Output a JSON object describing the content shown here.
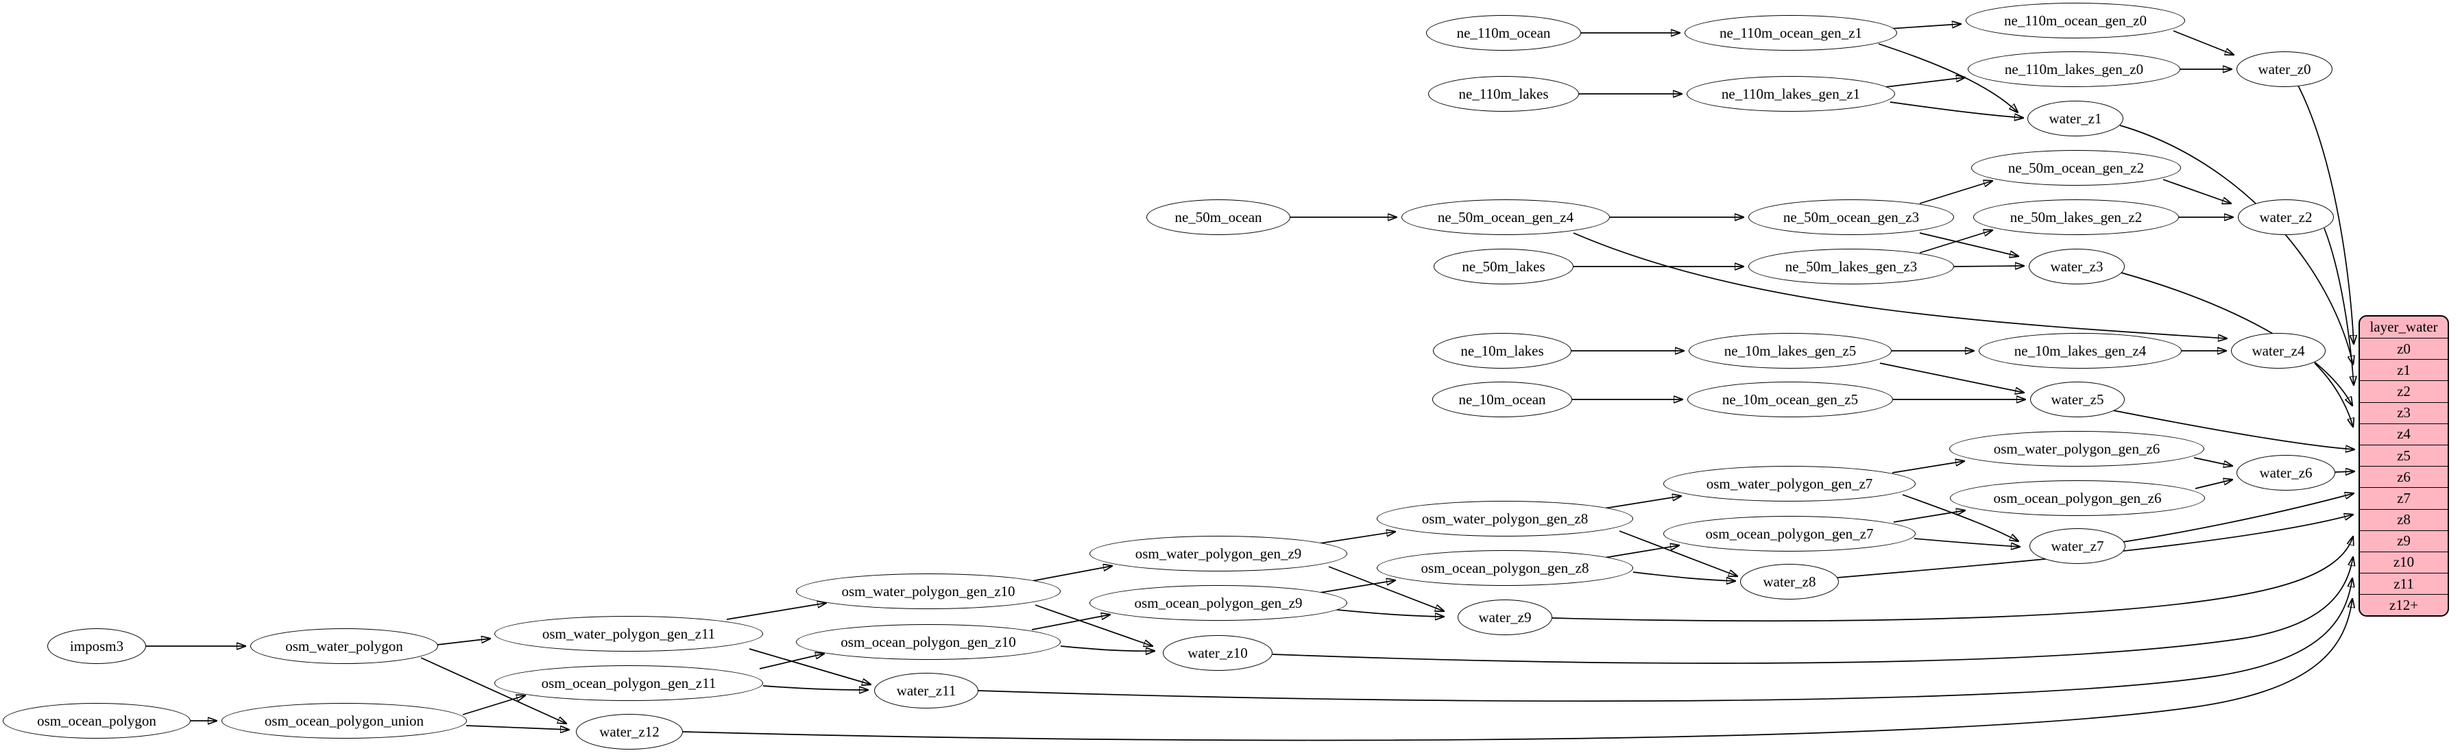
{
  "diagram": {
    "type": "etl-dependency-graph",
    "colors": {
      "node_fill": "#ffffff",
      "table_fill": "#ffb6c1",
      "stroke": "#000000"
    }
  },
  "nodes": {
    "ne_110m_ocean": "ne_110m_ocean",
    "ne_110m_ocean_gen_z1": "ne_110m_ocean_gen_z1",
    "ne_110m_ocean_gen_z0": "ne_110m_ocean_gen_z0",
    "ne_110m_lakes": "ne_110m_lakes",
    "ne_110m_lakes_gen_z1": "ne_110m_lakes_gen_z1",
    "ne_110m_lakes_gen_z0": "ne_110m_lakes_gen_z0",
    "water_z0": "water_z0",
    "water_z1": "water_z1",
    "ne_50m_ocean": "ne_50m_ocean",
    "ne_50m_ocean_gen_z4": "ne_50m_ocean_gen_z4",
    "ne_50m_ocean_gen_z3": "ne_50m_ocean_gen_z3",
    "ne_50m_ocean_gen_z2": "ne_50m_ocean_gen_z2",
    "ne_50m_lakes": "ne_50m_lakes",
    "ne_50m_lakes_gen_z3": "ne_50m_lakes_gen_z3",
    "ne_50m_lakes_gen_z2": "ne_50m_lakes_gen_z2",
    "water_z2": "water_z2",
    "water_z3": "water_z3",
    "ne_10m_lakes": "ne_10m_lakes",
    "ne_10m_lakes_gen_z5": "ne_10m_lakes_gen_z5",
    "ne_10m_lakes_gen_z4": "ne_10m_lakes_gen_z4",
    "water_z4": "water_z4",
    "ne_10m_ocean": "ne_10m_ocean",
    "ne_10m_ocean_gen_z5": "ne_10m_ocean_gen_z5",
    "water_z5": "water_z5",
    "osm_water_polygon_gen_z6": "osm_water_polygon_gen_z6",
    "water_z6": "water_z6",
    "osm_water_polygon_gen_z7": "osm_water_polygon_gen_z7",
    "osm_ocean_polygon_gen_z6": "osm_ocean_polygon_gen_z6",
    "osm_ocean_polygon_gen_z7": "osm_ocean_polygon_gen_z7",
    "water_z7": "water_z7",
    "osm_water_polygon_gen_z8": "osm_water_polygon_gen_z8",
    "osm_ocean_polygon_gen_z8": "osm_ocean_polygon_gen_z8",
    "water_z8": "water_z8",
    "osm_water_polygon_gen_z9": "osm_water_polygon_gen_z9",
    "osm_ocean_polygon_gen_z9": "osm_ocean_polygon_gen_z9",
    "water_z9": "water_z9",
    "osm_water_polygon_gen_z10": "osm_water_polygon_gen_z10",
    "osm_ocean_polygon_gen_z10": "osm_ocean_polygon_gen_z10",
    "water_z10": "water_z10",
    "osm_water_polygon_gen_z11": "osm_water_polygon_gen_z11",
    "osm_ocean_polygon_gen_z11": "osm_ocean_polygon_gen_z11",
    "water_z11": "water_z11",
    "imposm3": "imposm3",
    "osm_water_polygon": "osm_water_polygon",
    "osm_ocean_polygon": "osm_ocean_polygon",
    "osm_ocean_polygon_union": "osm_ocean_polygon_union",
    "water_z12": "water_z12"
  },
  "table": {
    "title": "layer_water",
    "rows": [
      "z0",
      "z1",
      "z2",
      "z3",
      "z4",
      "z5",
      "z6",
      "z7",
      "z8",
      "z9",
      "z10",
      "z11",
      "z12+"
    ]
  },
  "edges": [
    [
      "ne_110m_ocean",
      "ne_110m_ocean_gen_z1"
    ],
    [
      "ne_110m_ocean_gen_z1",
      "ne_110m_ocean_gen_z0"
    ],
    [
      "ne_110m_ocean_gen_z1",
      "water_z1"
    ],
    [
      "ne_110m_ocean_gen_z0",
      "water_z0"
    ],
    [
      "ne_110m_lakes",
      "ne_110m_lakes_gen_z1"
    ],
    [
      "ne_110m_lakes_gen_z1",
      "ne_110m_lakes_gen_z0"
    ],
    [
      "ne_110m_lakes_gen_z1",
      "water_z1"
    ],
    [
      "ne_110m_lakes_gen_z0",
      "water_z0"
    ],
    [
      "ne_50m_ocean",
      "ne_50m_ocean_gen_z4"
    ],
    [
      "ne_50m_ocean_gen_z4",
      "ne_50m_ocean_gen_z3"
    ],
    [
      "ne_50m_ocean_gen_z4",
      "water_z4"
    ],
    [
      "ne_50m_ocean_gen_z3",
      "ne_50m_ocean_gen_z2"
    ],
    [
      "ne_50m_ocean_gen_z3",
      "water_z3"
    ],
    [
      "ne_50m_ocean_gen_z2",
      "water_z2"
    ],
    [
      "ne_50m_lakes",
      "ne_50m_lakes_gen_z3"
    ],
    [
      "ne_50m_lakes_gen_z3",
      "ne_50m_lakes_gen_z2"
    ],
    [
      "ne_50m_lakes_gen_z3",
      "water_z3"
    ],
    [
      "ne_50m_lakes_gen_z2",
      "water_z2"
    ],
    [
      "ne_10m_lakes",
      "ne_10m_lakes_gen_z5"
    ],
    [
      "ne_10m_lakes_gen_z5",
      "ne_10m_lakes_gen_z4"
    ],
    [
      "ne_10m_lakes_gen_z5",
      "water_z5"
    ],
    [
      "ne_10m_lakes_gen_z4",
      "water_z4"
    ],
    [
      "ne_10m_ocean",
      "ne_10m_ocean_gen_z5"
    ],
    [
      "ne_10m_ocean_gen_z5",
      "water_z5"
    ],
    [
      "imposm3",
      "osm_water_polygon"
    ],
    [
      "osm_ocean_polygon",
      "osm_ocean_polygon_union"
    ],
    [
      "osm_water_polygon",
      "osm_water_polygon_gen_z11"
    ],
    [
      "osm_water_polygon",
      "water_z12"
    ],
    [
      "osm_ocean_polygon_union",
      "osm_ocean_polygon_gen_z11"
    ],
    [
      "osm_ocean_polygon_union",
      "water_z12"
    ],
    [
      "osm_water_polygon_gen_z11",
      "osm_water_polygon_gen_z10"
    ],
    [
      "osm_water_polygon_gen_z11",
      "water_z11"
    ],
    [
      "osm_ocean_polygon_gen_z11",
      "osm_ocean_polygon_gen_z10"
    ],
    [
      "osm_ocean_polygon_gen_z11",
      "water_z11"
    ],
    [
      "osm_water_polygon_gen_z10",
      "osm_water_polygon_gen_z9"
    ],
    [
      "osm_water_polygon_gen_z10",
      "water_z10"
    ],
    [
      "osm_ocean_polygon_gen_z10",
      "osm_ocean_polygon_gen_z9"
    ],
    [
      "osm_ocean_polygon_gen_z10",
      "water_z10"
    ],
    [
      "osm_water_polygon_gen_z9",
      "osm_water_polygon_gen_z8"
    ],
    [
      "osm_water_polygon_gen_z9",
      "water_z9"
    ],
    [
      "osm_ocean_polygon_gen_z9",
      "osm_ocean_polygon_gen_z8"
    ],
    [
      "osm_ocean_polygon_gen_z9",
      "water_z9"
    ],
    [
      "osm_water_polygon_gen_z8",
      "osm_water_polygon_gen_z7"
    ],
    [
      "osm_water_polygon_gen_z8",
      "water_z8"
    ],
    [
      "osm_ocean_polygon_gen_z8",
      "osm_ocean_polygon_gen_z7"
    ],
    [
      "osm_ocean_polygon_gen_z8",
      "water_z8"
    ],
    [
      "osm_water_polygon_gen_z7",
      "osm_water_polygon_gen_z6"
    ],
    [
      "osm_water_polygon_gen_z7",
      "water_z7"
    ],
    [
      "osm_ocean_polygon_gen_z7",
      "osm_ocean_polygon_gen_z6"
    ],
    [
      "osm_ocean_polygon_gen_z7",
      "water_z7"
    ],
    [
      "osm_water_polygon_gen_z6",
      "water_z6"
    ],
    [
      "osm_ocean_polygon_gen_z6",
      "water_z6"
    ],
    [
      "water_z0",
      "layer_water.z0"
    ],
    [
      "water_z1",
      "layer_water.z1"
    ],
    [
      "water_z2",
      "layer_water.z2"
    ],
    [
      "water_z3",
      "layer_water.z3"
    ],
    [
      "water_z4",
      "layer_water.z4"
    ],
    [
      "water_z5",
      "layer_water.z5"
    ],
    [
      "water_z6",
      "layer_water.z6"
    ],
    [
      "water_z7",
      "layer_water.z7"
    ],
    [
      "water_z8",
      "layer_water.z8"
    ],
    [
      "water_z9",
      "layer_water.z9"
    ],
    [
      "water_z10",
      "layer_water.z10"
    ],
    [
      "water_z11",
      "layer_water.z11"
    ],
    [
      "water_z12",
      "layer_water.z12+"
    ]
  ]
}
